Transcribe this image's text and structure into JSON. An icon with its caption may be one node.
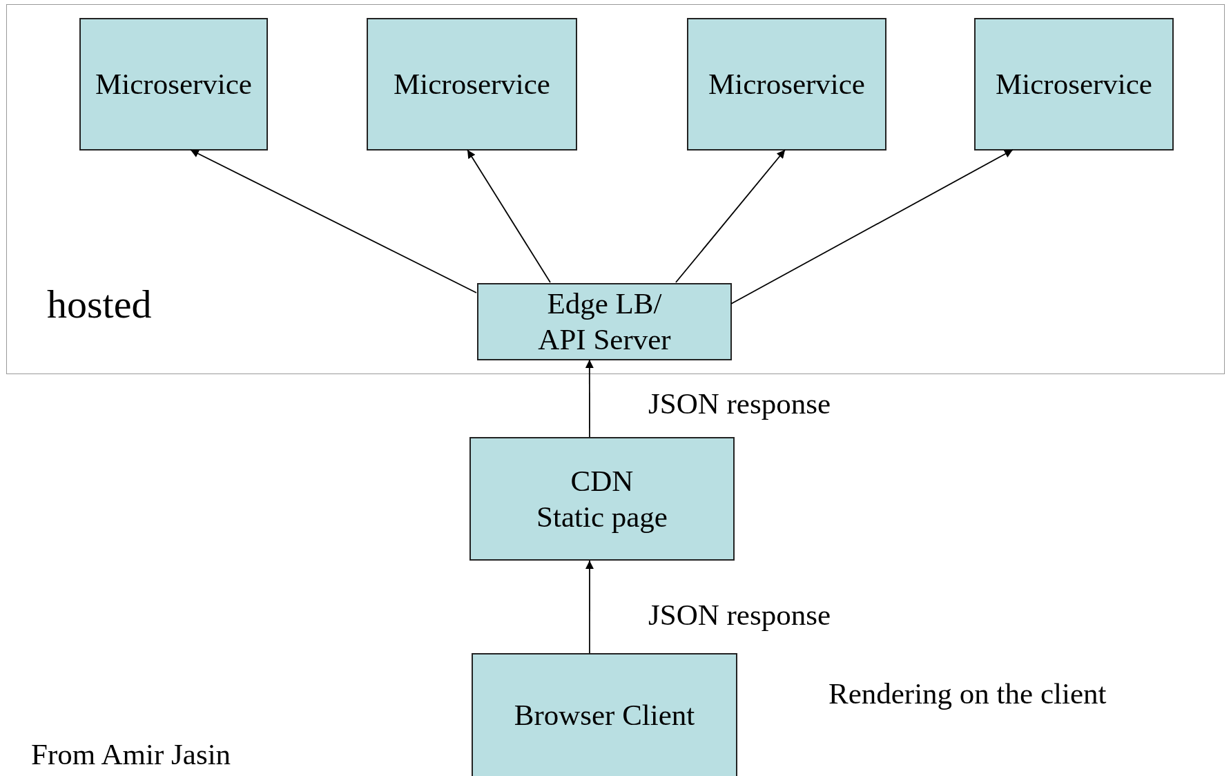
{
  "diagram": {
    "nodes": [
      {
        "text": [
          "hosted"
        ]
      },
      {
        "text": [
          "Microservice"
        ],
        "in": 0
      },
      {
        "text": [
          "Microservice"
        ],
        "in": 0
      },
      {
        "text": [
          "Microservice"
        ],
        "in": 0
      },
      {
        "text": [
          "Microservice"
        ],
        "in": 0
      },
      {
        "text": [
          "Edge LB/",
          "API Server"
        ],
        "in": 0
      },
      {
        "text": [
          "CDN",
          "Static page"
        ]
      },
      {
        "text": [
          "Browser Client"
        ]
      }
    ],
    "edges": [
      {
        "from": 5,
        "to": 1,
        "arrow": "to"
      },
      {
        "from": 5,
        "to": 2,
        "arrow": "to"
      },
      {
        "from": 5,
        "to": 3,
        "arrow": "to"
      },
      {
        "from": 5,
        "to": 4,
        "arrow": "to"
      },
      {
        "from": 6,
        "to": 5,
        "arrow": "to",
        "label": "JSON response"
      },
      {
        "from": 7,
        "to": 6,
        "arrow": "to",
        "label": "JSON response"
      }
    ],
    "labels": [
      "Rendering on the client",
      "From Amir Jasin"
    ]
  }
}
